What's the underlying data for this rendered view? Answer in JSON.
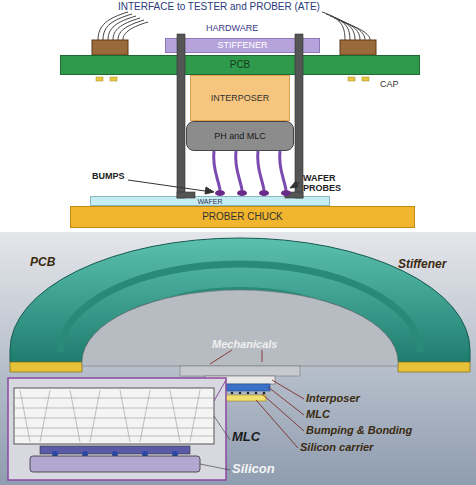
{
  "diagram": {
    "nodes": [
      {
        "text": [
          "STIFFENER"
        ]
      },
      {
        "text": [
          "PCB"
        ]
      },
      {
        "text": [
          "INTERPOSER"
        ]
      },
      {
        "text": [
          "PH and MLC"
        ]
      },
      {
        "text": [
          "WAFER"
        ]
      },
      {
        "text": [
          "PROBER CHUCK"
        ]
      }
    ],
    "labels": [
      "INTERFACE to TESTER and PROBER (ATE)",
      "HARDWARE",
      "CAP",
      "BUMPS",
      "WAFER PROBES",
      "PCB",
      "Stiffener",
      "Mechanicals",
      "Interposer",
      "MLC",
      "Bumping & Bonding",
      "Silicon carrier",
      "MLC",
      "Silicon"
    ]
  }
}
